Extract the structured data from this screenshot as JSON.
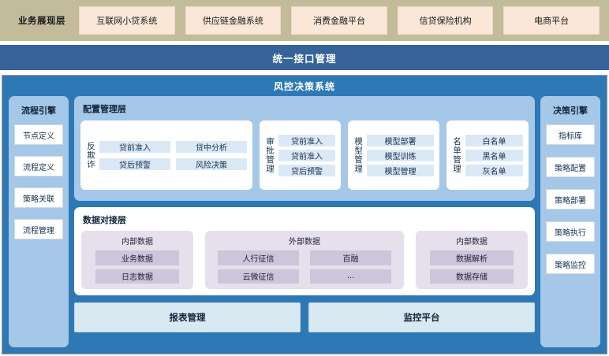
{
  "business_layer": {
    "title": "业务展现层",
    "systems": [
      "互联网小贷系统",
      "供应链金融系统",
      "消费金融平台",
      "信贷保险机构",
      "电商平台"
    ]
  },
  "interface_bar": {
    "title": "统一接口管理"
  },
  "system": {
    "title": "风控决策系统"
  },
  "process_engine": {
    "title": "流程引擎",
    "items": [
      "节点定义",
      "流程定义",
      "策略关联",
      "流程管理"
    ]
  },
  "decision_engine": {
    "title": "决策引擎",
    "items": [
      "指标库",
      "策略配置",
      "策略部署",
      "策略执行",
      "策略监控"
    ]
  },
  "config_layer": {
    "title": "配置管理层",
    "groups": [
      {
        "label": "反欺诈",
        "items": [
          "贷前准入",
          "贷中分析",
          "贷后预警",
          "风险决策"
        ]
      },
      {
        "label": "审批管理",
        "items": [
          "贷前准入",
          "贷前准入",
          "贷后预警"
        ]
      },
      {
        "label": "模型管理",
        "items": [
          "模型部署",
          "模型训练",
          "模型管理"
        ]
      },
      {
        "label": "名单管理",
        "items": [
          "白名单",
          "黑名单",
          "灰名单"
        ]
      }
    ]
  },
  "data_layer": {
    "title": "数据对接层",
    "groups": [
      {
        "title": "内部数据",
        "items": [
          "业务数据",
          "日志数据"
        ]
      },
      {
        "title": "外部数据",
        "items": [
          "人行征信",
          "百融",
          "云微征信",
          "..."
        ]
      },
      {
        "title": "内部数据",
        "items": [
          "数据解析",
          "数据存储"
        ]
      }
    ]
  },
  "bottom": {
    "items": [
      "报表管理",
      "监控平台"
    ]
  },
  "colors": {
    "khaki": "#c3bc9b",
    "cream": "#fae7d7",
    "dark_blue": "#35639a",
    "main_blue": "#2e79b5",
    "panel_blue": "#a5c7e8",
    "cell_blue": "#dbe8f6",
    "purple_group": "#e5e0eb",
    "purple_cell": "#cdc5dc",
    "bottom_blue": "#d9e9f2"
  }
}
